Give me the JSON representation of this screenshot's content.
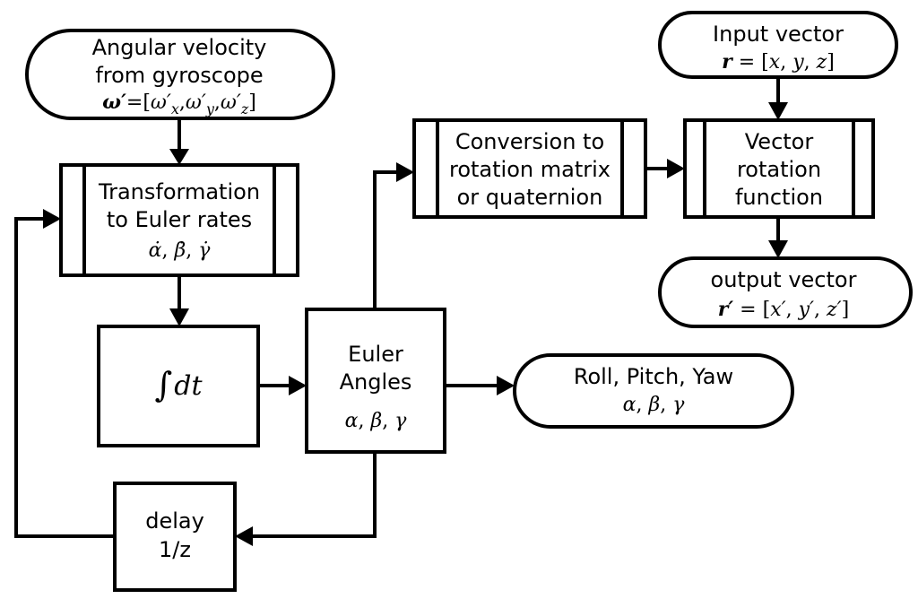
{
  "nodes": {
    "angular_velocity": {
      "line1": "Angular velocity",
      "line2": "from gyroscope",
      "symbol": "ω′",
      "eq": "=[",
      "omega": "ω′",
      "sub_x": "x",
      "sub_y": "y",
      "sub_z": "z",
      "comma": ",",
      "close": "]"
    },
    "transformation": {
      "line1": "Transformation",
      "line2": "to Euler rates",
      "alpha_dot": "α̇",
      "beta_dot": "β̇",
      "gamma_dot": "γ̇",
      "sep": ","
    },
    "integrator": {
      "integral": "∫",
      "dt": "dt"
    },
    "euler_angles": {
      "line1": "Euler",
      "line2": "Angles",
      "alpha": "α",
      "beta": "β",
      "gamma": "γ",
      "sep": ","
    },
    "delay": {
      "line1": "delay",
      "line2": "1/z"
    },
    "roll_pitch_yaw": {
      "line1": "Roll, Pitch, Yaw",
      "alpha": "α",
      "beta": "β",
      "gamma": "γ",
      "sep": ","
    },
    "conversion": {
      "line1": "Conversion to",
      "line2": "rotation matrix",
      "line3": "or quaternion"
    },
    "input_vector": {
      "line1": "Input vector",
      "r": "r",
      "eq": " = [",
      "x": "x",
      "y": "y",
      "z": "z",
      "sep": ", ",
      "close": "]"
    },
    "vector_rotation": {
      "line1": "Vector",
      "line2": "rotation",
      "line3": "function"
    },
    "output_vector": {
      "line1": "output vector",
      "r": "r′",
      "eq": " = [",
      "x": "x′",
      "y": "y′",
      "z": "z′",
      "sep": ", ",
      "close": "]"
    }
  },
  "colors": {
    "stroke": "#000000",
    "fill": "#ffffff"
  }
}
